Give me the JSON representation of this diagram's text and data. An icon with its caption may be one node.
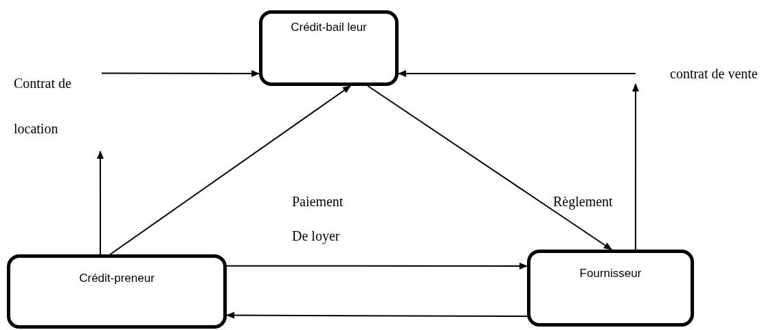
{
  "diagram": {
    "nodes": [
      {
        "text": [
          "Crédit-bail leur"
        ]
      },
      {
        "text": [
          "Crédit-preneur"
        ]
      },
      {
        "text": [
          "Fournisseur"
        ]
      },
      {
        "text": [
          "Contrat de location"
        ]
      },
      {
        "text": [
          "contrat de vente"
        ]
      }
    ],
    "edges": [
      {
        "from": 3,
        "to": 0,
        "arrow": "to"
      },
      {
        "from": 1,
        "to": 3,
        "arrow": "to"
      },
      {
        "from": 1,
        "to": 0,
        "arrow": "to"
      },
      {
        "from": 0,
        "to": 2,
        "arrow": "to"
      },
      {
        "from": 2,
        "to": 4,
        "arrow": "to"
      },
      {
        "from": 4,
        "to": 0,
        "arrow": "to"
      },
      {
        "from": 1,
        "to": 2,
        "arrow": "to"
      },
      {
        "from": 2,
        "to": 1,
        "arrow": "to"
      }
    ],
    "labels": [
      "Paiement De loyer",
      "Règlement"
    ]
  }
}
